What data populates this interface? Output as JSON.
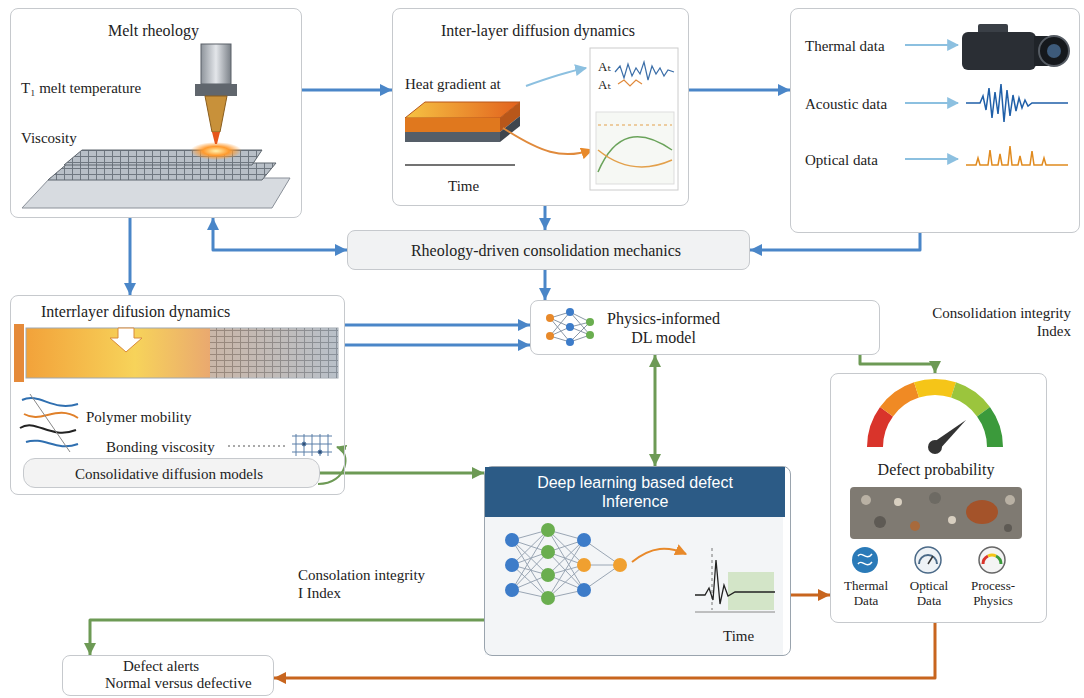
{
  "diagram": {
    "nodes": [
      {
        "text": [
          "Melt rheology",
          "T₁ melt temperature",
          "Viscosity"
        ]
      },
      {
        "text": [
          "Inter-layer diffusion dynamics",
          "Heat gradient at",
          "Aₜ",
          "Aₜ",
          "Time"
        ]
      },
      {
        "text": [
          "Thermal data",
          "Acoustic data",
          "Optical data"
        ]
      },
      {
        "text": [
          "Rheology-driven consolidation mechanics"
        ]
      },
      {
        "text": [
          "Interrlayer difusion dynamics",
          "Polymer mobility",
          "Bonding viscosity"
        ]
      },
      {
        "text": [
          "Consolidative diffusion models"
        ],
        "in": 4
      },
      {
        "text": [
          "Physics-informed DL model"
        ]
      },
      {
        "text": [
          "Deep learning based defect Inference",
          "Time"
        ]
      },
      {
        "text": [
          "Defect probability",
          "Thermal Data",
          "Optical Data",
          "Process-Physics"
        ]
      },
      {
        "text": [
          "Defect alerts",
          "Normal versus defective"
        ]
      }
    ],
    "edges": [
      {
        "from": 0,
        "to": 1,
        "arrow": "to"
      },
      {
        "from": 1,
        "to": 2,
        "arrow": "to"
      },
      {
        "from": 1,
        "to": 3,
        "arrow": "to"
      },
      {
        "from": 0,
        "to": 3,
        "arrow": "both"
      },
      {
        "from": 2,
        "to": 3,
        "arrow": "to"
      },
      {
        "from": 0,
        "to": 4,
        "arrow": "to"
      },
      {
        "from": 3,
        "to": 6,
        "arrow": "to"
      },
      {
        "from": 4,
        "to": 6,
        "arrow": "to"
      },
      {
        "from": 4,
        "to": 6,
        "arrow": "to"
      },
      {
        "from": 6,
        "to": 8,
        "arrow": "to",
        "label": "Consolidation integrity Index"
      },
      {
        "from": 6,
        "to": 7,
        "arrow": "both"
      },
      {
        "from": 5,
        "to": 7,
        "arrow": "to"
      },
      {
        "from": 7,
        "to": 8,
        "arrow": "to"
      },
      {
        "from": 7,
        "to": 9,
        "arrow": "to",
        "label": "Consolation integrity I Index"
      },
      {
        "from": 8,
        "to": 9,
        "arrow": "to"
      }
    ]
  }
}
